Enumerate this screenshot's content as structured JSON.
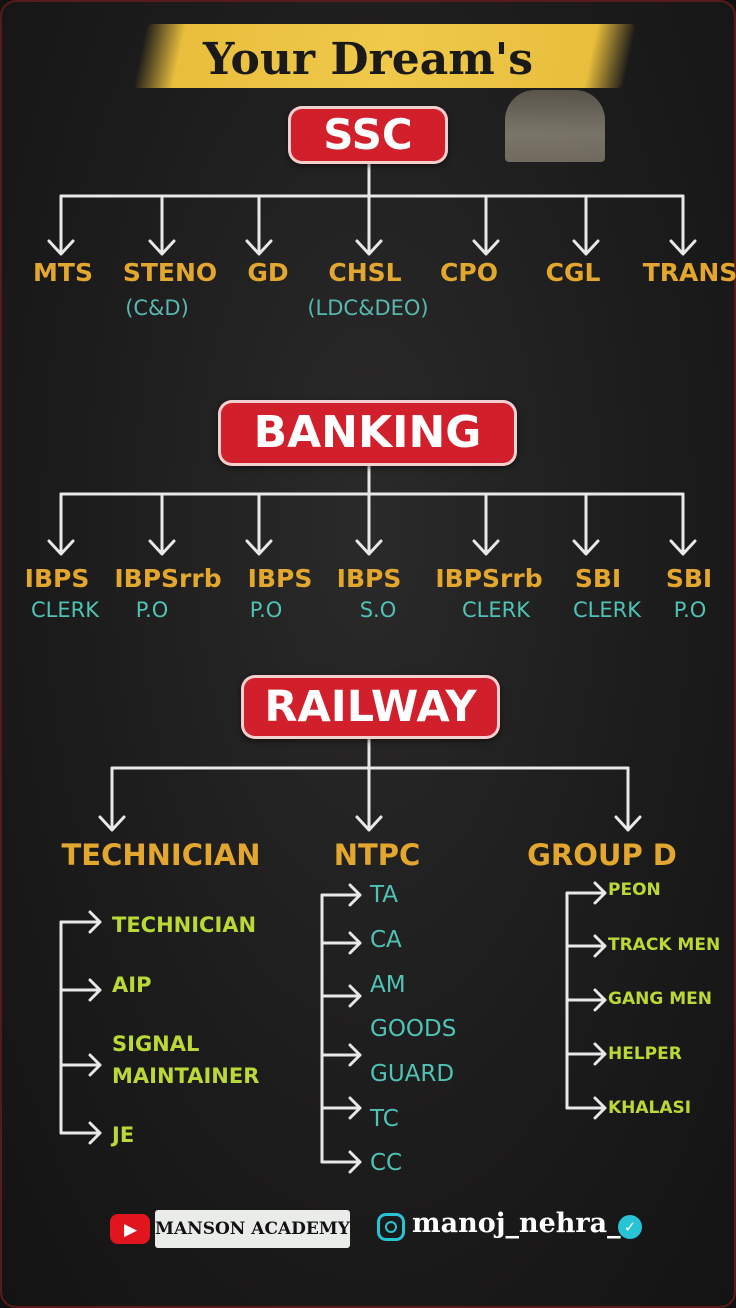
{
  "title": "Your Dream's",
  "ssc": {
    "label": "SSC",
    "items": [
      {
        "name": "MTS",
        "sub": ""
      },
      {
        "name": "STENO",
        "sub": "(C&D)"
      },
      {
        "name": "GD",
        "sub": ""
      },
      {
        "name": "CHSL",
        "sub": "(LDC&DEO)"
      },
      {
        "name": "CPO",
        "sub": ""
      },
      {
        "name": "CGL",
        "sub": ""
      },
      {
        "name": "TRANS",
        "sub": ""
      }
    ]
  },
  "banking": {
    "label": "BANKING",
    "items": [
      {
        "name": "IBPS",
        "sub": "CLERK"
      },
      {
        "name": "IBPSrrb",
        "sub": "P.O"
      },
      {
        "name": "IBPS",
        "sub": "P.O"
      },
      {
        "name": "IBPS",
        "sub": "S.O"
      },
      {
        "name": "IBPSrrb",
        "sub": "CLERK"
      },
      {
        "name": "SBI",
        "sub": "CLERK"
      },
      {
        "name": "SBI",
        "sub": "P.O"
      }
    ]
  },
  "railway": {
    "label": "RAILWAY",
    "technician": {
      "label": "TECHNICIAN",
      "items": [
        "TECHNICIAN",
        "AIP",
        "SIGNAL",
        "MAINTAINER",
        "JE"
      ]
    },
    "ntpc": {
      "label": "NTPC",
      "items": [
        "TA",
        "CA",
        "AM",
        "GOODS",
        "GUARD",
        "TC",
        "CC"
      ]
    },
    "groupd": {
      "label": "GROUP D",
      "items": [
        "PEON",
        "TRACK MEN",
        "GANG MEN",
        "HELPER",
        "KHALASI"
      ]
    }
  },
  "footer": {
    "academy": "MANSON ACADEMY",
    "handle": "manoj_nehra_",
    "youtube_icon": "youtube-icon",
    "instagram_icon": "instagram-icon",
    "verified_icon": "verified-badge-icon"
  },
  "colors": {
    "pill": "#d11f2b",
    "category": "#e3a72f",
    "teal": "#4fc3b6",
    "green": "#b8d936"
  }
}
